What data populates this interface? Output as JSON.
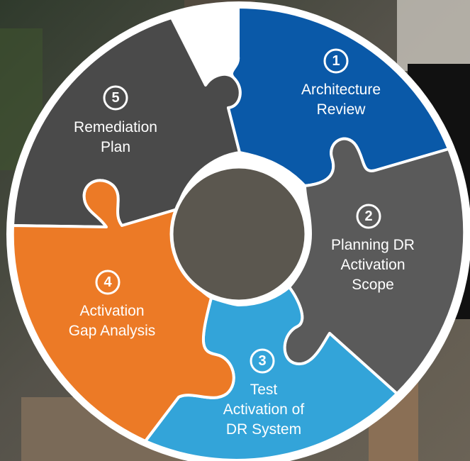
{
  "steps": [
    {
      "number": "1",
      "line1": "Architecture",
      "line2": "Review",
      "line3": "",
      "color": "#0a59a8"
    },
    {
      "number": "2",
      "line1": "Planning DR",
      "line2": "Activation",
      "line3": "Scope",
      "color": "#5a5a5a"
    },
    {
      "number": "3",
      "line1": "Test",
      "line2": "Activation of",
      "line3": "DR System",
      "color": "#33a4d9"
    },
    {
      "number": "4",
      "line1": "Activation",
      "line2": "Gap Analysis",
      "line3": "",
      "color": "#ec7a26"
    },
    {
      "number": "5",
      "line1": "Remediation",
      "line2": "Plan",
      "line3": "",
      "color": "#4a4a4a"
    }
  ],
  "colors": {
    "border": "#ffffff",
    "background": "#3b3a36"
  }
}
